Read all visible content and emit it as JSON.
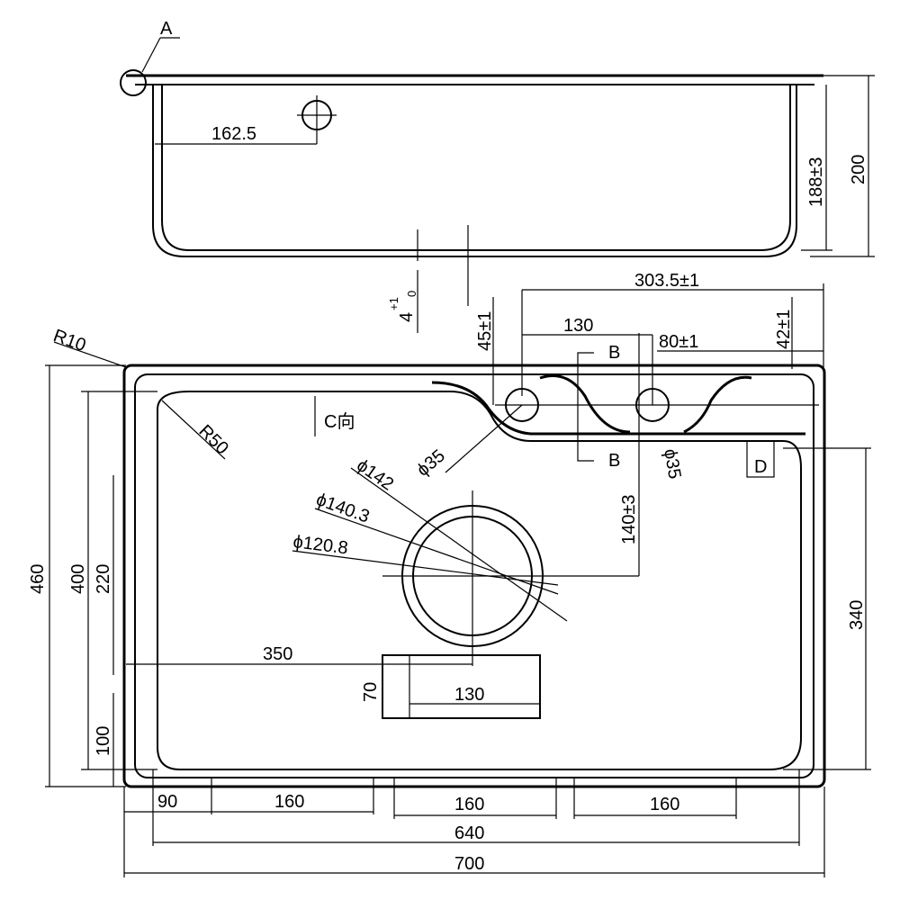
{
  "title": "Sink technical drawing",
  "side_view": {
    "detail_label": "A",
    "hole_offset": "162.5",
    "inner_depth": "188±3",
    "total_height": "200",
    "drain_depth": "4",
    "drain_tol_upper": "+1",
    "drain_tol_lower": "0"
  },
  "top_view": {
    "corner_radius": "R10",
    "bowl_radius": "R50",
    "view_label": "C向",
    "section_top": "B",
    "section_bottom": "B",
    "detail_d": "D",
    "tap_hole_1": "ϕ35",
    "tap_hole_2": "ϕ35",
    "tap_offset_y": "45±1",
    "tap_offset_x": "303.5±1",
    "tap_spacing": "130",
    "ledge": "80±1",
    "ledge_y": "42±1",
    "drain_outer": "ϕ142",
    "drain_mid": "ϕ140.3",
    "drain_inner": "ϕ120.8",
    "drain_y": "140±3",
    "drain_x": "350",
    "overflow_h": "70",
    "overflow_w": "130",
    "depth_outer": "460",
    "depth_inner": "400",
    "clip_span_left": "220",
    "clip_bottom": "100",
    "clip_span_right": "340",
    "clip_offset": "90",
    "clip_spacing_1": "160",
    "clip_spacing_2": "160",
    "clip_spacing_3": "160",
    "inner_width": "640",
    "total_width": "700"
  }
}
